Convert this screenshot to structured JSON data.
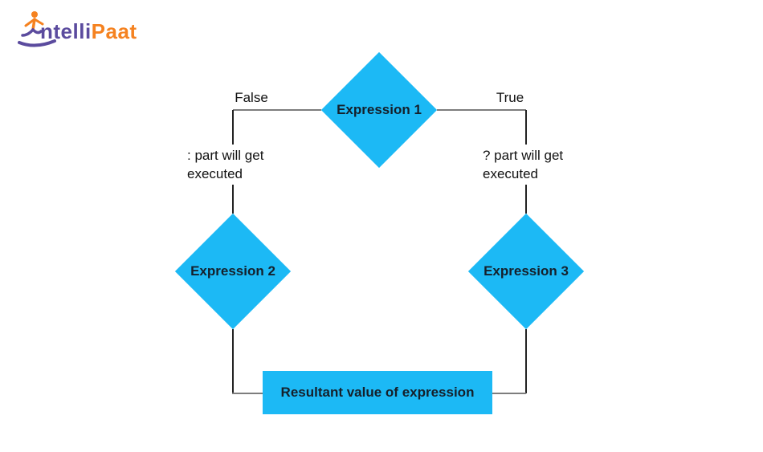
{
  "logo": {
    "text_primary": "ntelli",
    "text_secondary": "Paat",
    "icon": "leaping-person-with-swoosh"
  },
  "colors": {
    "shape_fill": "#1cb9f5",
    "line_gray": "#7d7d7d",
    "line_dark": "#222222",
    "text_dark": "#15202b",
    "logo_purple": "#5b4b9e",
    "logo_orange": "#f58220"
  },
  "flowchart": {
    "decision_node": "Expression 1",
    "false_branch": {
      "label": "False",
      "note": ": part will get\nexecuted",
      "node": "Expression 2"
    },
    "true_branch": {
      "label": "True",
      "note": "? part will get\nexecuted",
      "node": "Expression 3"
    },
    "result_node": "Resultant value of expression"
  }
}
